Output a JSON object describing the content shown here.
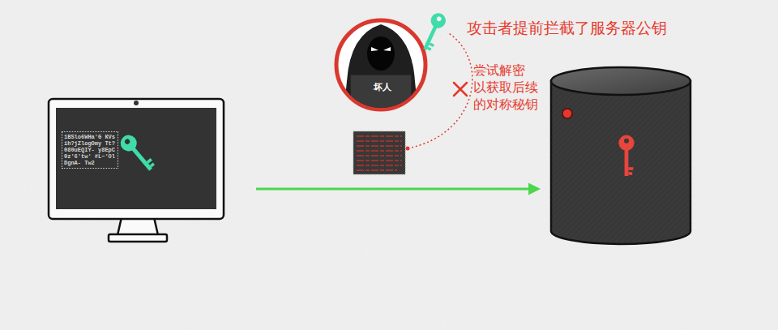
{
  "diagram": {
    "nodes": [
      {
        "text": [
          "1BSlo6WHa'G KVsih?jZlogOmy Tt?080uEQIY- y8EpC0z'6'tw' #L~'OlDgnA- Tw2"
        ]
      },
      {
        "text": [
          "坏人"
        ]
      }
    ],
    "labels": [
      "攻击者提前拦截了服务器公钥",
      "尝试解密以获取后续的对称秘钥"
    ]
  }
}
